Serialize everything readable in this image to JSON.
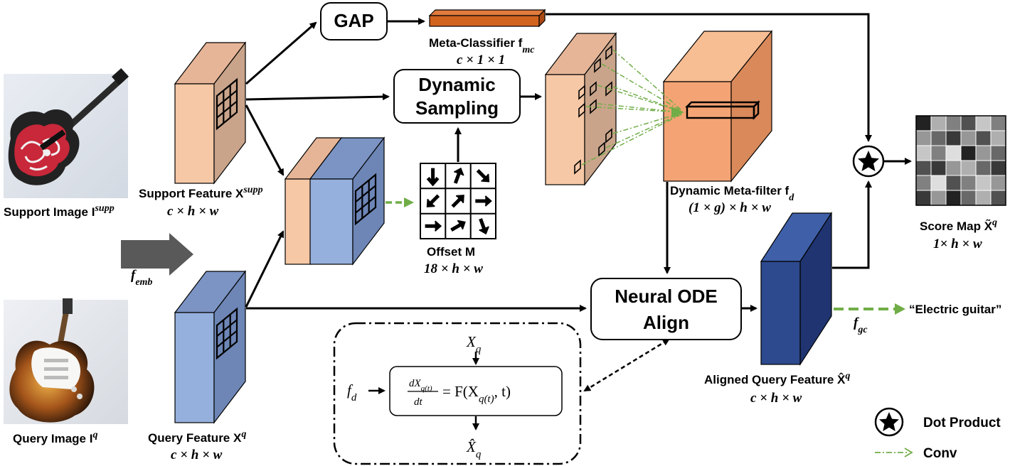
{
  "labels": {
    "support_image": "Support Image I",
    "support_image_sup": "supp",
    "query_image": "Query Image I",
    "query_image_sup": "q",
    "support_feature": "Support Feature X",
    "support_feature_sup": "supp",
    "support_feature_dims": "c × h × w",
    "query_feature": "Query Feature X",
    "query_feature_sup": "q",
    "query_feature_dims": "c × h × w",
    "f_emb": "f",
    "f_emb_sub": "emb",
    "gap": "GAP",
    "meta_classifier": "Meta-Classifier f",
    "meta_classifier_sub": "mc",
    "meta_classifier_dims": "c × 1 × 1",
    "dynamic_sampling_line1": "Dynamic",
    "dynamic_sampling_line2": "Sampling",
    "offset": "Offset M",
    "offset_dims": "18 × h × w",
    "dynamic_meta_filter": "Dynamic Meta-filter f",
    "dynamic_meta_filter_sub": "d",
    "dynamic_meta_filter_dims": "(1 × g) × h × w",
    "neural_ode_line1": "Neural ODE",
    "neural_ode_line2": "Align",
    "aligned_query_feature": "Aligned Query Feature X̂",
    "aligned_query_feature_sup": "q",
    "aligned_query_feature_dims": "c × h × w",
    "f_gc": "f",
    "f_gc_sub": "gc",
    "electric_guitar": "“Electric guitar”",
    "score_map": "Score Map X̃",
    "score_map_sup": "q",
    "score_map_dims": "1× h × w",
    "ode_input": "f",
    "ode_input_sub": "d",
    "ode_xq": "X",
    "ode_xq_sub": "q",
    "ode_xhat": "X̂",
    "ode_xhat_sub": "q",
    "ode_equation_rhs": "= F(X",
    "ode_equation_rhs_sub": "q(t)",
    "ode_equation_rhs_end": ", t)",
    "ode_frac_num": "dX",
    "ode_frac_num_sub": "q(t)",
    "ode_frac_den": "dt"
  },
  "legend": {
    "dot_product": "Dot Product",
    "conv": "Conv"
  },
  "score_map_cells": [
    [
      0.1,
      0.7,
      0.5,
      0.3,
      0.8,
      0.5
    ],
    [
      0.6,
      0.4,
      0.2,
      0.6,
      0.3,
      0.7
    ],
    [
      0.8,
      0.5,
      0.9,
      0.1,
      0.6,
      0.4
    ],
    [
      0.3,
      0.2,
      0.6,
      0.7,
      0.4,
      0.2
    ],
    [
      0.5,
      0.9,
      0.3,
      0.5,
      0.8,
      0.6
    ],
    [
      0.2,
      0.6,
      0.1,
      0.4,
      0.7,
      0.3
    ]
  ],
  "colors": {
    "peach": "#f6c8a6",
    "peach_side": "#c9a48a",
    "blue": "#95b0dd",
    "blue_side": "#6d86b6",
    "navy": "#2e4a8e",
    "navy_side": "#1f3470",
    "orange_filter": "#f4a474",
    "orange_side": "#d9895a",
    "meta_bar": "#d2631f",
    "conv_green": "#70ad47"
  }
}
